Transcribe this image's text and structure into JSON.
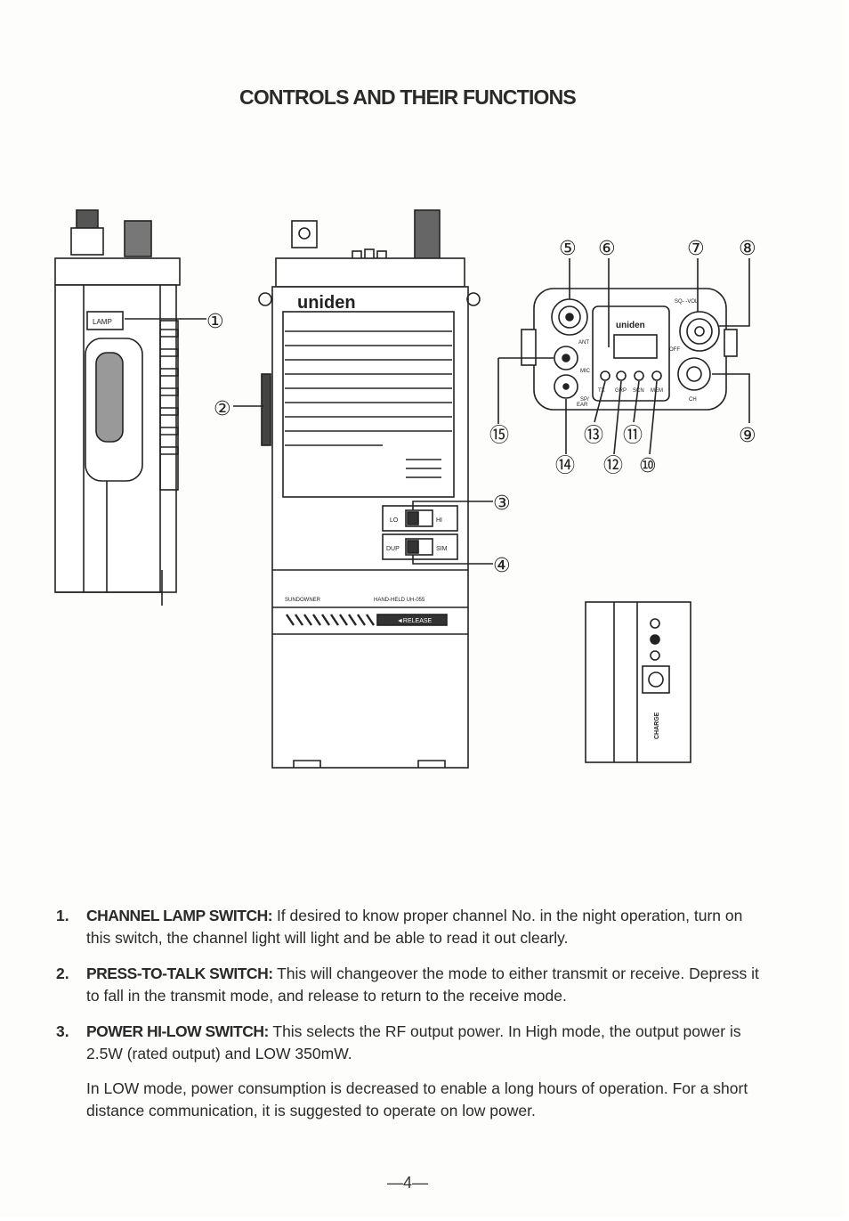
{
  "page": {
    "title": "CONTROLS AND THEIR FUNCTIONS",
    "page_number": "—4—"
  },
  "figure": {
    "callouts": [
      "①",
      "②",
      "③",
      "④",
      "⑤",
      "⑥",
      "⑦",
      "⑧",
      "⑨",
      "⑩",
      "⑪",
      "⑫",
      "⑬",
      "⑭",
      "⑮"
    ],
    "labels": {
      "lamp": "LAMP",
      "brand": "uniden",
      "lo": "LO",
      "hi": "HI",
      "dup": "DUP",
      "sim": "SIM",
      "model_left": "SUNDOWNER",
      "model_right": "HAND-HELD UH-055",
      "release": "◄RELEASE",
      "ant": "ANT",
      "mic": "MIC",
      "sp_ear": "SP/\nEAR",
      "tx": "TX",
      "grp": "GRP",
      "scn": "SCN",
      "mem": "MEM",
      "sq_vol": "SQ- -VOL",
      "off": "OFF",
      "ch": "CH",
      "charge": "CHARGE"
    }
  },
  "items": [
    {
      "num": "1.",
      "head": "CHANNEL LAMP SWITCH:",
      "text": " If desired to know proper channel No. in the night operation, turn on this switch, the channel light will light and be able to read it out clearly."
    },
    {
      "num": "2.",
      "head": "PRESS-TO-TALK SWITCH:",
      "text": " This will changeover the mode to either transmit or receive. Depress it to fall in the transmit mode, and release to return to the receive mode."
    },
    {
      "num": "3.",
      "head": "POWER HI-LOW SWITCH:",
      "text": " This selects the RF output power. In High mode, the output power is 2.5W (rated output) and LOW 350mW."
    }
  ],
  "paragraph": "In LOW mode, power consumption is decreased to enable a long hours of operation. For a short distance communication, it is suggested to operate on low power."
}
